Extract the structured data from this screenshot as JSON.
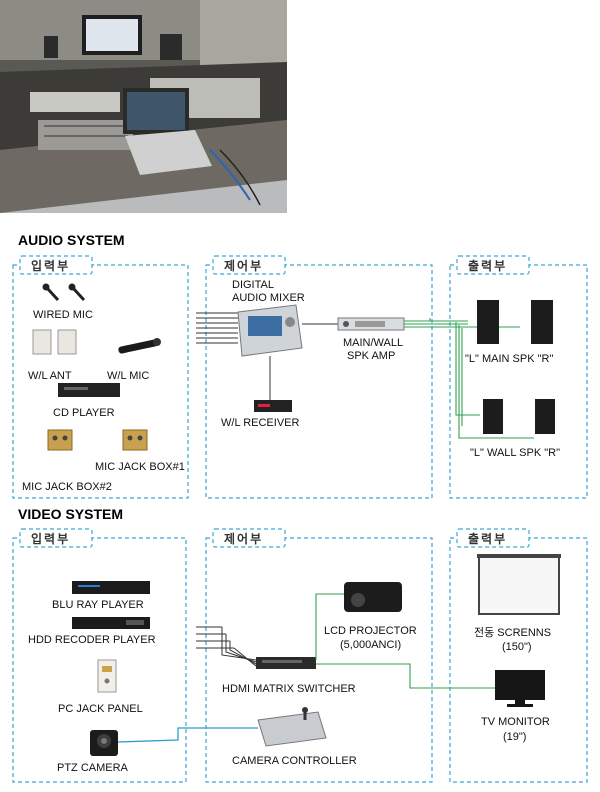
{
  "audio": {
    "title": "AUDIO SYSTEM",
    "input_header": "입력부",
    "control_header": "제어부",
    "output_header": "출력부",
    "wired_mic": "WIRED MIC",
    "wl_ant": "W/L ANT",
    "wl_mic": "W/L MIC",
    "cd_player": "CD PLAYER",
    "mic_jack_box_1": "MIC JACK BOX#1",
    "mic_jack_box_2": "MIC JACK BOX#2",
    "digital_mixer_line1": "DIGITAL",
    "digital_mixer_line2": "AUDIO MIXER",
    "amp_line1": "MAIN/WALL",
    "amp_line2": "SPK AMP",
    "wl_receiver": "W/L RECEIVER",
    "main_spk": "\"L\" MAIN SPK \"R\"",
    "wall_spk": "\"L\" WALL SPK \"R\""
  },
  "video": {
    "title": "VIDEO SYSTEM",
    "input_header": "입력부",
    "control_header": "제어부",
    "output_header": "출력부",
    "blu_ray": "BLU RAY PLAYER",
    "hdd_recorder": "HDD RECODER PLAYER",
    "pc_jack_panel": "PC JACK PANEL",
    "ptz_camera": "PTZ CAMERA",
    "projector_line1": "LCD PROJECTOR",
    "projector_line2": "(5,000ANCI)",
    "hdmi_switcher": "HDMI MATRIX SWITCHER",
    "camera_controller": "CAMERA CONTROLLER",
    "screen_line1": "전동 SCRENNS",
    "screen_line2": "(150\")",
    "tv_line1": "TV MONITOR",
    "tv_line2": "(19\")"
  }
}
